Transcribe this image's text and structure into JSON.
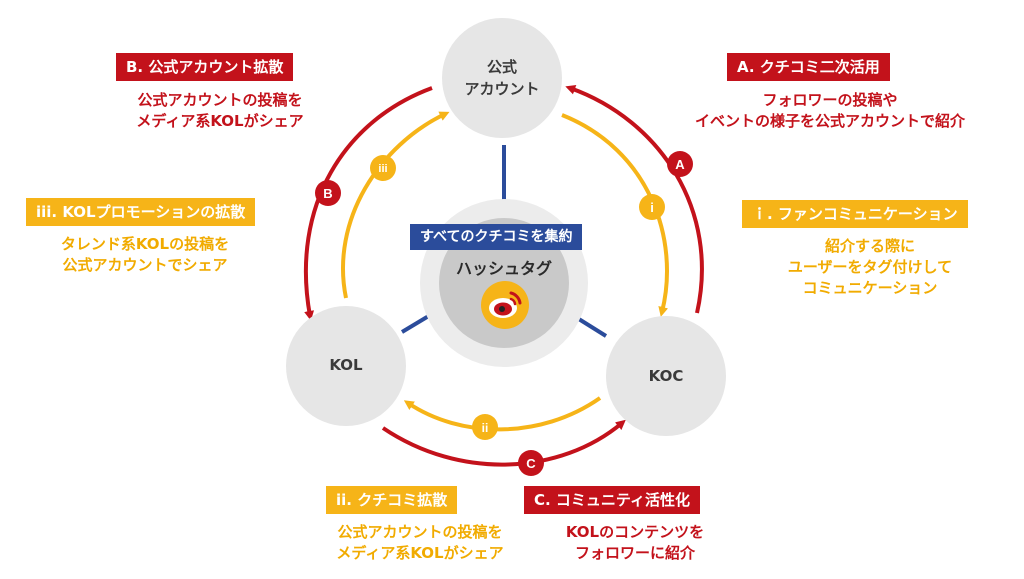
{
  "nodes": {
    "official": {
      "lines": [
        "公式",
        "アカウント"
      ]
    },
    "kol": {
      "label": "KOL"
    },
    "koc": {
      "label": "KOC"
    },
    "center": {
      "tag": "すべてのクチコミを集約",
      "label": "ハッシュタグ",
      "logo_icon": "weibo-logo-icon"
    }
  },
  "markers": {
    "A": "A",
    "B": "B",
    "C": "C",
    "i": "i",
    "ii": "ii",
    "iii": "iii"
  },
  "tags": {
    "A": "A. クチコミ二次活用",
    "B": "B. 公式アカウント拡散",
    "C": "C. コミュニティ活性化",
    "i": "ｉ. ファンコミュニケーション",
    "ii": "ii. クチコミ拡散",
    "iii": "iii. KOLプロモーションの拡散"
  },
  "descriptions": {
    "A": [
      "フォロワーの投稿や",
      "イベントの様子を公式アカウントで紹介"
    ],
    "B": [
      "公式アカウントの投稿を",
      "メディア系KOLがシェア"
    ],
    "C": [
      "KOLのコンテンツを",
      "フォロワーに紹介"
    ],
    "i": [
      "紹介する際に",
      "ユーザーをタグ付けして",
      "コミュニケーション"
    ],
    "ii": [
      "公式アカウントの投稿を",
      "メディア系KOLがシェア"
    ],
    "iii": [
      "タレンド系KOLの投稿を",
      "公式アカウントでシェア"
    ]
  },
  "colors": {
    "red": "#c3121b",
    "yellow": "#f6b418",
    "blue": "#2b4c9b",
    "node": "#e6e6e6",
    "center_ring": "#ececec",
    "center_inner": "#c9c9c9"
  }
}
